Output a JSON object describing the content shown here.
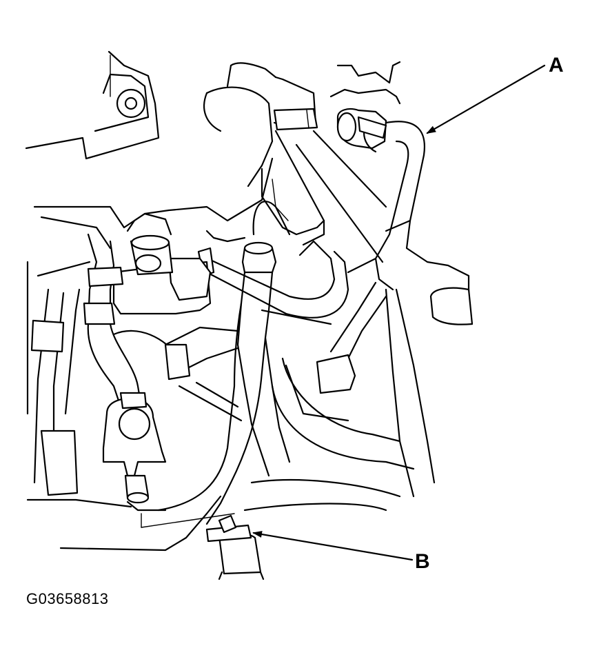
{
  "callouts": {
    "a": "A",
    "b": "B"
  },
  "figure_id": "G03658813",
  "colors": {
    "line": "#000000",
    "background": "#ffffff"
  }
}
